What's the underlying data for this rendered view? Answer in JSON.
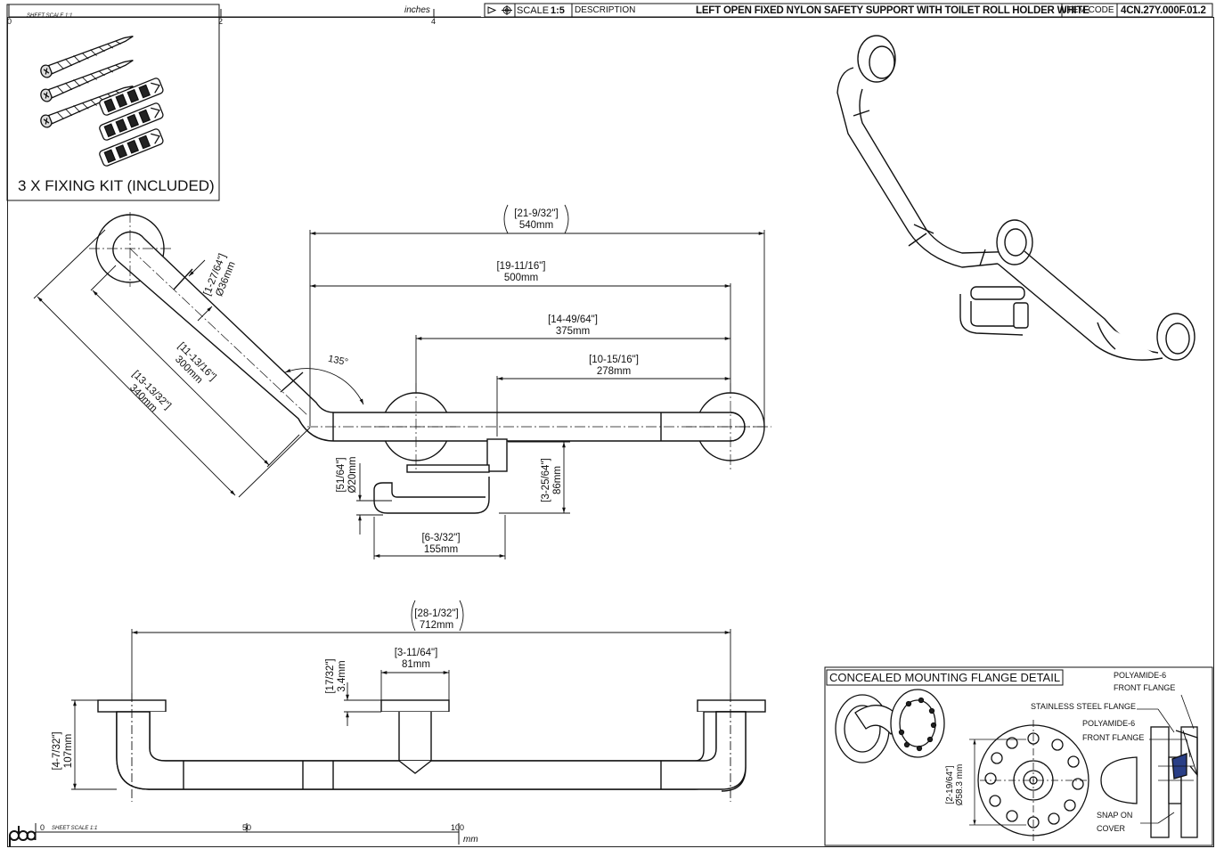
{
  "title_block": {
    "scale_label": "SCALE",
    "scale_value": "1:5",
    "description_label": "DESCRIPTION",
    "description": "LEFT OPEN FIXED NYLON SAFETY SUPPORT WITH TOILET ROLL HOLDER WHITE",
    "item_code_label": "ITEM CODE",
    "item_code": "4CN.27Y.000F.01.2"
  },
  "top_ruler": {
    "unit": "inches",
    "sheet_scale": "SHEET SCALE 1:1",
    "ticks": [
      "0",
      "2",
      "4"
    ]
  },
  "bottom_ruler": {
    "unit": "mm",
    "sheet_scale": "SHEET SCALE 1:1",
    "ticks": [
      "0",
      "50",
      "100"
    ],
    "logo": "pba"
  },
  "fixing_kit": {
    "caption": "3 X FIXING KIT (INCLUDED)"
  },
  "front_view": {
    "dims": {
      "d540": {
        "inch": "[21-9/32\"]",
        "mm": "540mm"
      },
      "d500": {
        "inch": "[19-11/16\"]",
        "mm": "500mm"
      },
      "d375": {
        "inch": "[14-49/64\"]",
        "mm": "375mm"
      },
      "d278": {
        "inch": "[10-15/16\"]",
        "mm": "278mm"
      },
      "d155": {
        "inch": "[6-3/32\"]",
        "mm": "155mm"
      },
      "d86": {
        "inch": "[3-25/64\"]",
        "mm": "86mm"
      },
      "d20": {
        "inch": "[51/64\"]",
        "mm": "Ø20mm"
      },
      "d36": {
        "inch": "[1-27/64\"]",
        "mm": "Ø36mm"
      },
      "d300": {
        "inch": "[11-13/16\"]",
        "mm": "300mm"
      },
      "d340": {
        "inch": "[13-13/32\"]",
        "mm": "340mm"
      },
      "angle": "135°"
    }
  },
  "top_view": {
    "dims": {
      "d712": {
        "inch": "[28-1/32\"]",
        "mm": "712mm"
      },
      "d81": {
        "inch": "[3-11/64\"]",
        "mm": "81mm"
      },
      "d34": {
        "inch": "[17/32\"]",
        "mm": "3.4mm"
      },
      "d107": {
        "inch": "[4-7/32\"]",
        "mm": "107mm"
      }
    }
  },
  "flange_detail": {
    "title": "CONCEALED MOUNTING FLANGE DETAIL",
    "dim_inch": "[2-19/64\"]",
    "dim_mm": "Ø58.3 mm",
    "callouts": {
      "polyamide_front_1a": "POLYAMIDE-6",
      "polyamide_front_1b": "FRONT FLANGE",
      "stainless": "STAINLESS STEEL FLANGE",
      "polyamide_front_2a": "POLYAMIDE-6",
      "polyamide_front_2b": "FRONT FLANGE",
      "snap_a": "SNAP ON",
      "snap_b": "COVER"
    }
  }
}
